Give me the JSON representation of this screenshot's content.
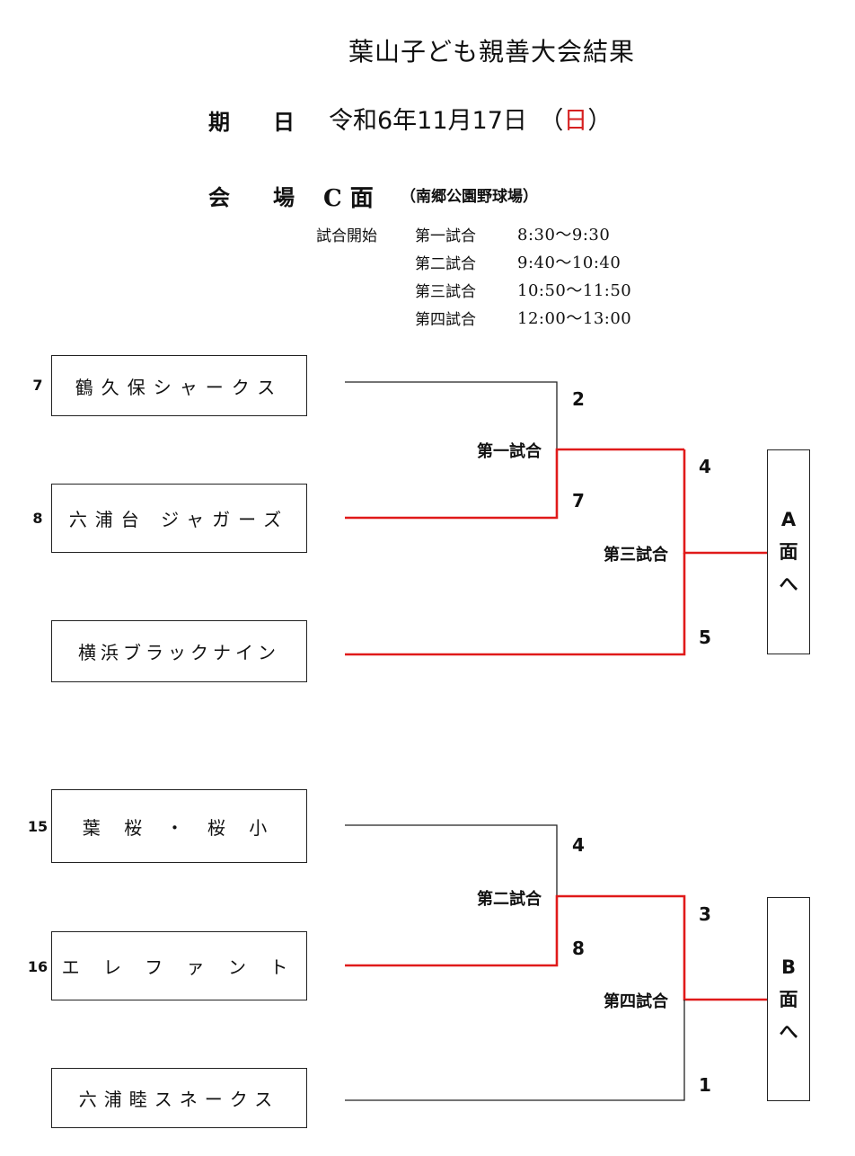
{
  "title": "葉山子ども親善大会結果",
  "date": {
    "label": "期　　日",
    "value": "令和6年11月17日　（",
    "weekday": "日",
    "close": "）"
  },
  "venue": {
    "label": "会　　場",
    "field": "C 面",
    "park": "（南郷公園野球場）"
  },
  "schedule": {
    "label": "試合開始",
    "games": [
      {
        "name": "第一試合",
        "time": "8:30〜9:30"
      },
      {
        "name": "第二試合",
        "time": "9:40〜10:40"
      },
      {
        "name": "第三試合",
        "time": "10:50〜11:50"
      },
      {
        "name": "第四試合",
        "time": "12:00〜13:00"
      }
    ]
  },
  "bracket_top": {
    "teams": [
      {
        "seed": "7",
        "name": "鶴久保シャークス"
      },
      {
        "seed": "8",
        "name": "六浦台 ジャガーズ"
      },
      {
        "seed": "",
        "name": "横浜ブラックナイン"
      }
    ],
    "game1": {
      "label": "第一試合",
      "score_a": "2",
      "score_b": "7"
    },
    "game3": {
      "label": "第三試合",
      "score_a": "4",
      "score_b": "5"
    },
    "dest": [
      "A",
      "面",
      "へ"
    ]
  },
  "bracket_bottom": {
    "teams": [
      {
        "seed": "15",
        "name": "葉 桜 ・ 桜 小"
      },
      {
        "seed": "16",
        "name": "エ レ フ ァ ン ト"
      },
      {
        "seed": "",
        "name": "六浦睦スネークス"
      }
    ],
    "game2": {
      "label": "第二試合",
      "score_a": "4",
      "score_b": "8"
    },
    "game4": {
      "label": "第四試合",
      "score_a": "3",
      "score_b": "1"
    },
    "dest": [
      "B",
      "面",
      "へ"
    ]
  },
  "colors": {
    "winner_line": "#e01a1a",
    "loser_line": "#222222",
    "weekday": "#d62020"
  }
}
